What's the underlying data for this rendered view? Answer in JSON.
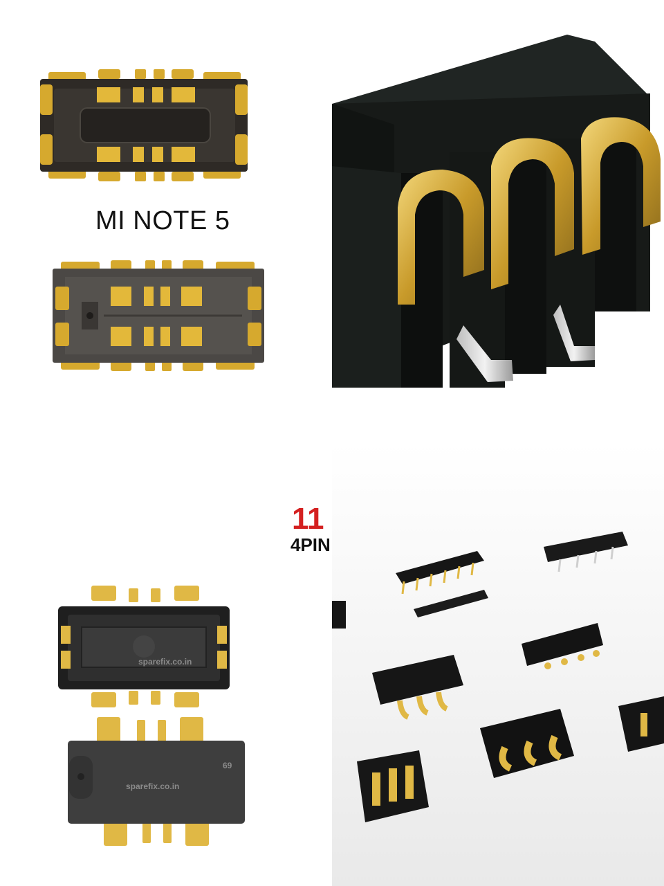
{
  "panels": {
    "top_left": {
      "caption": "MI NOTE 5"
    },
    "bottom_left": {
      "watermark_top": "sparefix.co.in",
      "watermark_bottom": "sparefix.co.in",
      "part_mark": "69"
    },
    "bottom_right": {
      "badge_number": "11",
      "badge_label": "4PIN"
    }
  },
  "colors": {
    "gold": "#d4a52a",
    "gold_light": "#f0cf5a",
    "connector_body": "#2b2b2b",
    "plastic_dark": "#1a1d1b",
    "badge_red": "#d42020"
  }
}
